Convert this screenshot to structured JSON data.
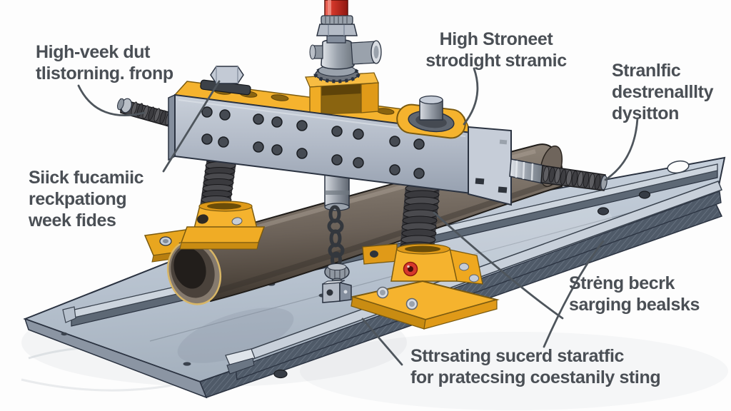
{
  "figure": {
    "type": "technical-illustration",
    "subject": "pipe clamping and alignment fixture on rail base",
    "background": "#fdfdfd"
  },
  "labels": {
    "top_left": {
      "lines": [
        "High-veek dut",
        "tlistorning. fronp"
      ]
    },
    "top_center": {
      "lines": [
        "High Stroneet",
        "strodight stramic"
      ]
    },
    "top_right": {
      "lines": [
        "Stranlfic",
        "destrenalllty",
        "dysitton"
      ]
    },
    "mid_left": {
      "lines": [
        "Siick fucamiic",
        "reckpationg",
        "week fides"
      ]
    },
    "mid_right": {
      "lines": [
        "Strėng becrk",
        "sarging bealsks"
      ]
    },
    "bottom": {
      "lines": [
        "Sttrsating sucerd staratfic",
        "for pratecsing coestanily sting"
      ]
    }
  },
  "colors": {
    "label_text": "#4a4f55",
    "leader_line": "#4e555c",
    "fixture_yellow": "#f5b32e",
    "fixture_yellow_dark": "#e09a18",
    "steel_light": "#c6cdd8",
    "steel_mid": "#a9b2c0",
    "outline": "#2a3240",
    "red_pipe": "#d9453a",
    "red_port": "#d6372c",
    "pipe_brown": "#6f655c",
    "pipe_rim_gold": "#d8b666",
    "thread_dark": "#3e3e40",
    "plate_blue_gray": "#b3becb"
  }
}
